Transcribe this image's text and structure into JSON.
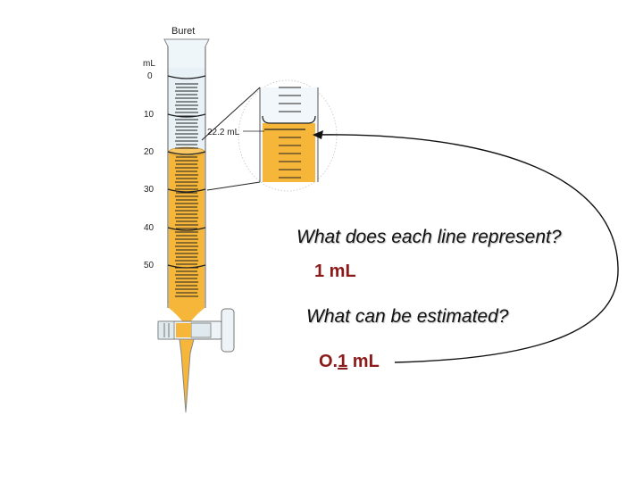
{
  "diagram": {
    "title": "Buret",
    "unit_label": "mL",
    "scale_labels": [
      "0",
      "10",
      "20",
      "30",
      "40",
      "50"
    ],
    "reading_label": "22.2 mL"
  },
  "text": {
    "question1": "What does each line represent?",
    "answer1": "1 mL",
    "question2": "What can be estimated?",
    "answer2_prefix": "O.",
    "answer2_underlined": "1",
    "answer2_suffix": " mL"
  },
  "colors": {
    "liquid": "#f6b63a",
    "answer": "#8b1a1a"
  }
}
